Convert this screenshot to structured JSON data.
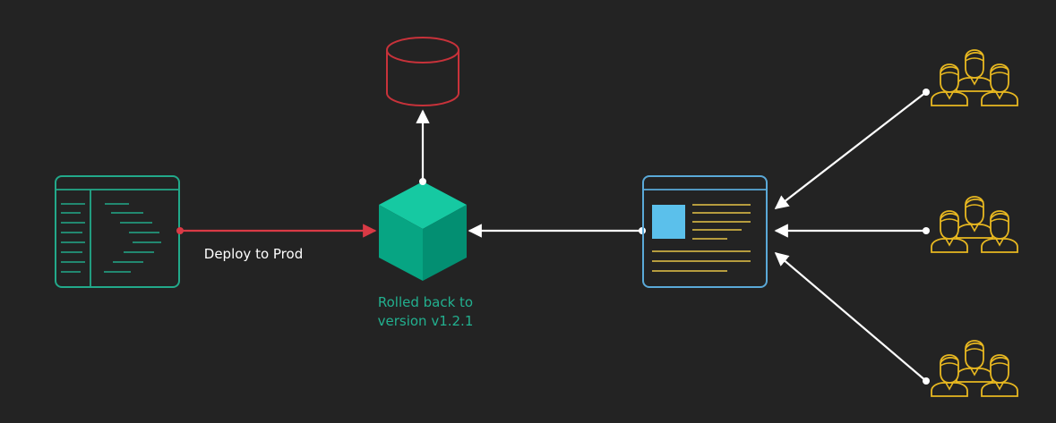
{
  "edges": {
    "deploy": {
      "label": "Deploy to Prod"
    }
  },
  "nodes": {
    "service": {
      "status_line1": "Rolled back to",
      "status_line2": "version v1.2.1"
    }
  },
  "colors": {
    "background": "#232323",
    "editor": "#22a98a",
    "database": "#c8323a",
    "deploy_arrow": "#d93a45",
    "service_cube": "#06b38e",
    "frontend": "#5aa9d8",
    "frontend_block": "#5bc0eb",
    "frontend_text": "#e8c547",
    "users": "#e8b820",
    "status_text": "#22b08f",
    "arrows": "#ffffff"
  },
  "icons": {
    "editor": "code-editor-icon",
    "database": "database-icon",
    "service": "cube-icon",
    "frontend": "web-page-icon",
    "users": "user-group-icon"
  }
}
